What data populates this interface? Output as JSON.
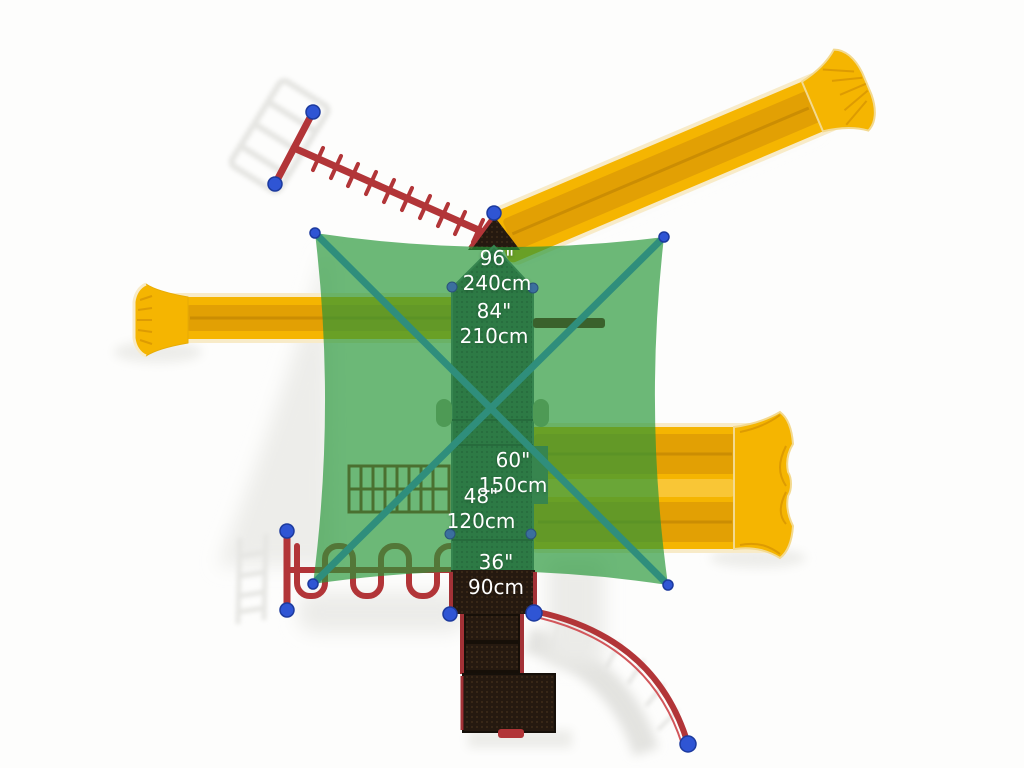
{
  "height_labels": [
    {
      "inches": "96\"",
      "cm": "240cm"
    },
    {
      "inches": "84\"",
      "cm": "210cm"
    },
    {
      "inches": "60\"",
      "cm": "150cm"
    },
    {
      "inches": "48\"",
      "cm": "120cm"
    },
    {
      "inches": "36\"",
      "cm": "90cm"
    }
  ],
  "colors": {
    "background": "#fdfdfc",
    "canopy_green": "#279738",
    "canopy_opacity": "0.68",
    "brace_teal": "#2F8E7C",
    "slide_yellow": "#F5B501",
    "slide_channel": "#E2A004",
    "slide_rim": "#F8EBC8",
    "red_steel": "#B23538",
    "red_edge": "#A33237",
    "deck_brown": "#251910",
    "deck_green": "#2D7A45",
    "knob_blue": "#2F55D4",
    "label_text": "#FFFFFF",
    "shadow_gray": "#ECECE9"
  }
}
